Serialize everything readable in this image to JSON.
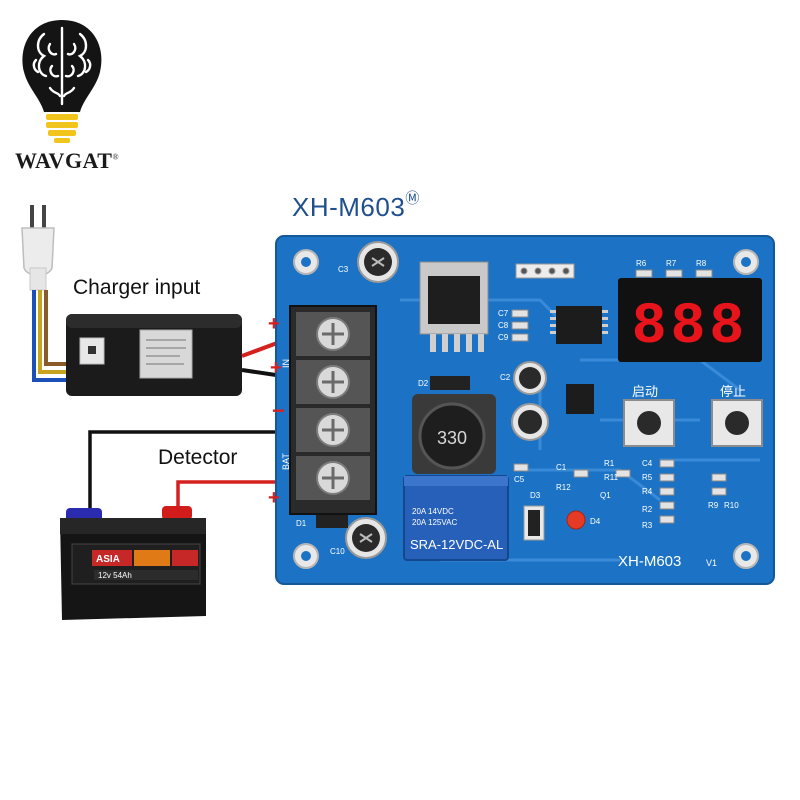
{
  "brand": {
    "name": "WAVGAT",
    "trademark": "®"
  },
  "board": {
    "title": "XH-M603",
    "title_mark": "Ⓜ",
    "silkscreen_model": "XH-M603",
    "version": "V1",
    "inductor_code": "330",
    "relay_lines": [
      "20A 14VDC",
      "20A 125VAC",
      "SRA-12VDC-AL"
    ],
    "start_button_label": "启动",
    "stop_button_label": "停止",
    "display_digits": "888",
    "terminal_signs": [
      "+",
      "+",
      "−",
      "+"
    ],
    "terminal_tags": [
      "IN",
      "BAT"
    ],
    "component_labels": [
      "C3",
      "C7",
      "C8",
      "C9",
      "C2",
      "D2",
      "C5",
      "R6",
      "R7",
      "R8",
      "C1",
      "C4",
      "R5",
      "R4",
      "R2",
      "R3",
      "R1",
      "R9",
      "R10",
      "R11",
      "R12",
      "Q1",
      "D1",
      "D3",
      "D4",
      "C10"
    ],
    "accent_color": "#1c72c4",
    "display_color": "#e8141b"
  },
  "labels": {
    "charger_input": "Charger input",
    "detector": "Detector"
  },
  "battery": {
    "rating": "12v 54Ah",
    "brand_text": "ASIA"
  }
}
